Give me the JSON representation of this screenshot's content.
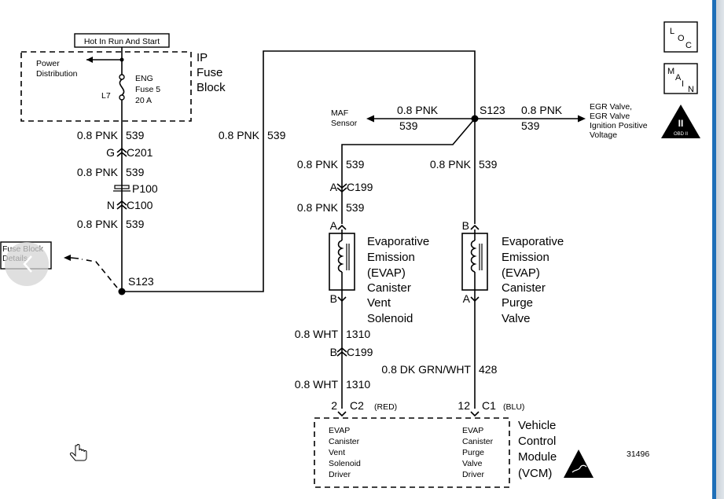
{
  "hot_box": "Hot In Run And Start",
  "ip_fuse_block": [
    "IP",
    "Fuse",
    "Block"
  ],
  "power_distribution": [
    "Power",
    "Distribution"
  ],
  "fuse": {
    "name": [
      "ENG",
      "Fuse 5",
      "20 A"
    ],
    "ref": "L7"
  },
  "left_wire": {
    "segments": [
      "0.8 PNK",
      "539"
    ],
    "c201": {
      "pin": "G",
      "conn": "C201"
    },
    "p100": "P100",
    "c100": {
      "pin": "N",
      "conn": "C100"
    },
    "splice": "S123"
  },
  "fuse_block_details": [
    "Fuse Block",
    "Details"
  ],
  "riser": {
    "gauge": "0.8 PNK",
    "circuit": "539"
  },
  "maf": {
    "label": [
      "MAF",
      "Sensor"
    ],
    "gauge": "0.8 PNK",
    "circuit": "539"
  },
  "top_splice": "S123",
  "egr": {
    "label": [
      "EGR Valve,",
      "EGR Valve",
      "Ignition Positive",
      "Voltage"
    ],
    "gauge": "0.8 PNK",
    "circuit": "539"
  },
  "vent_branch": {
    "gauge": "0.8 PNK",
    "circuit": "539",
    "c199": {
      "pin": "A",
      "conn": "C199"
    },
    "pin_top": "A",
    "pin_bottom": "B",
    "label": [
      "Evaporative",
      "Emission",
      "(EVAP)",
      "Canister",
      "Vent",
      "Solenoid"
    ],
    "out_gauge": "0.8 WHT",
    "out_circuit": "1310",
    "c199b": {
      "pin": "B",
      "conn": "C199"
    },
    "vcm_pin": "2",
    "vcm_conn": "C2",
    "vcm_color": "(RED)"
  },
  "purge_branch": {
    "gauge": "0.8 PNK",
    "circuit": "539",
    "pin_top": "B",
    "pin_bottom": "A",
    "label": [
      "Evaporative",
      "Emission",
      "(EVAP)",
      "Canister",
      "Purge",
      "Valve"
    ],
    "out_gauge": "0.8 DK GRN/WHT",
    "out_circuit": "428",
    "vcm_pin": "12",
    "vcm_conn": "C1",
    "vcm_color": "(BLU)"
  },
  "vcm": {
    "left_driver": [
      "EVAP",
      "Canister",
      "Vent",
      "Solenoid",
      "Driver"
    ],
    "right_driver": [
      "EVAP",
      "Canister",
      "Purge",
      "Valve",
      "Driver"
    ],
    "title": [
      "Vehicle",
      "Control",
      "Module",
      "(VCM)"
    ]
  },
  "figure_number": "31496",
  "side_icons": {
    "loc": [
      "L",
      "O",
      "C"
    ],
    "main": [
      "M",
      "A",
      "I",
      "N"
    ],
    "obd": [
      "II",
      "OBD II"
    ]
  }
}
